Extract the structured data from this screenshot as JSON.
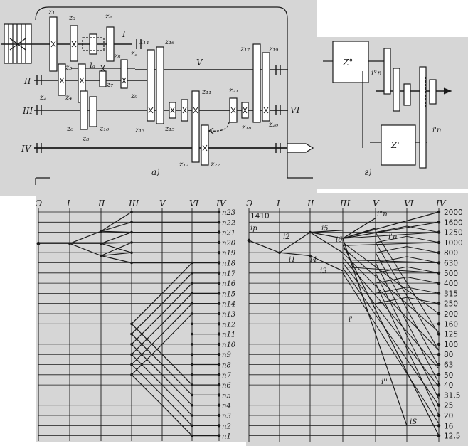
{
  "colors": {
    "paper": "#d6d6d6",
    "ink": "#1a1a1a",
    "white": "#ffffff"
  },
  "scheme_a": {
    "caption": "а)",
    "shaft_labels": [
      "I",
      "II",
      "III",
      "IV",
      "V",
      "VI"
    ],
    "gear_labels": [
      "z1",
      "z2",
      "z3",
      "z4",
      "z5",
      "z6",
      "z7",
      "z8",
      "z9",
      "z10",
      "z11",
      "z12",
      "z13",
      "z14",
      "z15",
      "z16",
      "z17",
      "z18",
      "z19",
      "z20",
      "z21",
      "z22",
      "za",
      "zb",
      "zc",
      "Ia"
    ]
  },
  "scheme_g": {
    "caption": "г)",
    "box_upper": "Z°",
    "box_lower": "Z'",
    "ratio_upper": "i°n",
    "ratio_lower": "i'n"
  },
  "graph_left": {
    "columns": [
      "Э",
      "I",
      "II",
      "III",
      "V",
      "VI",
      "IV"
    ],
    "speed_labels": [
      "n23",
      "n22",
      "n21",
      "n20",
      "n19",
      "n18",
      "n17",
      "n16",
      "n15",
      "n14",
      "n13",
      "n12",
      "n11",
      "n10",
      "n9",
      "n8",
      "n7",
      "n6",
      "n5",
      "n4",
      "n3",
      "n2",
      "n1"
    ]
  },
  "graph_right": {
    "columns": [
      "Э",
      "I",
      "II",
      "III",
      "V",
      "VI",
      "IV"
    ],
    "motor_speed": "1410",
    "speeds": [
      "2000",
      "1600",
      "1250",
      "1000",
      "800",
      "630",
      "500",
      "400",
      "315",
      "250",
      "200",
      "160",
      "125",
      "100",
      "80",
      "63",
      "50",
      "40",
      "31,5",
      "25",
      "20",
      "16",
      "12,5"
    ],
    "ratio_labels": [
      "ip",
      "i2",
      "i1",
      "i4",
      "i5",
      "i3",
      "i6",
      "i°n",
      "i'n",
      "i'",
      "i''",
      "iS"
    ]
  }
}
